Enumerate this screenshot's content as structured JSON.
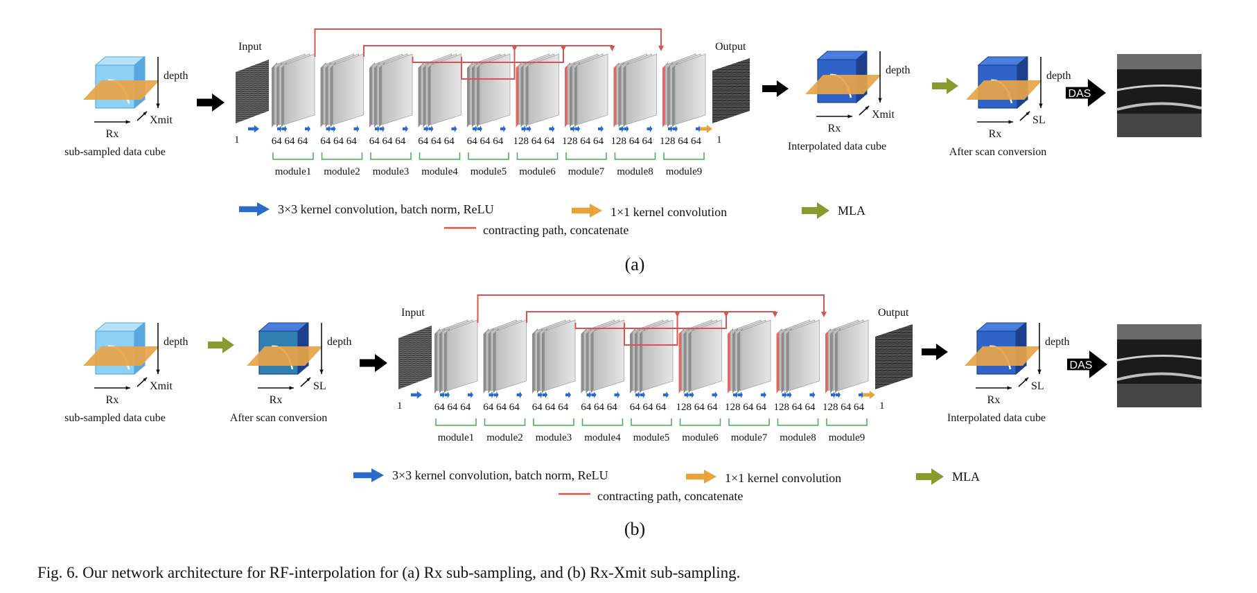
{
  "caption": "Fig. 6.  Our network architecture for RF-interpolation for (a) Rx sub-sampling, and (b) Rx-Xmit sub-sampling.",
  "colors": {
    "conv": "#2a6ac8",
    "conv1x1": "#e8a33a",
    "mla": "#8a9a2e",
    "skip": "#d9534f",
    "bracket": "#3cb34a",
    "cube_light": "#8fd0f5",
    "cube_dark": "#2f63c8",
    "cube_teal": "#2f7fb0",
    "plane": "#e8a449"
  },
  "panels": [
    {
      "label": "(a)",
      "input_label": "Input",
      "output_label": "Output",
      "input_channel": "1",
      "output_channel": "1",
      "channels": [
        "64 64 64",
        "64 64 64",
        "64 64 64",
        "64 64 64",
        "64 64 64",
        "128 64 64",
        "128 64 64",
        "128 64 64",
        "128 64 64"
      ],
      "modules": [
        "module1",
        "module2",
        "module3",
        "module4",
        "module5",
        "module6",
        "module7",
        "module8",
        "module9"
      ],
      "left_cube": {
        "caption": "sub-sampled data cube",
        "x_label": "Rx",
        "diag_label": "Xmit",
        "depth_label": "depth"
      },
      "mid_cube": {
        "caption": "Interpolated data cube",
        "x_label": "Rx",
        "diag_label": "Xmit",
        "depth_label": "depth"
      },
      "right_cube": {
        "caption": "After scan conversion",
        "x_label": "Rx",
        "diag_label": "SL",
        "depth_label": "depth"
      },
      "das_label": "DAS",
      "legend": {
        "conv": "3×3 kernel convolution, batch norm, ReLU",
        "conv1x1": "1×1 kernel convolution",
        "mla": "MLA",
        "skip": "contracting path, concatenate"
      }
    },
    {
      "label": "(b)",
      "input_label": "Input",
      "output_label": "Output",
      "input_channel": "1",
      "output_channel": "1",
      "channels": [
        "64 64 64",
        "64 64 64",
        "64 64 64",
        "64 64 64",
        "64 64 64",
        "128 64 64",
        "128 64 64",
        "128 64 64",
        "128 64 64"
      ],
      "modules": [
        "module1",
        "module2",
        "module3",
        "module4",
        "module5",
        "module6",
        "module7",
        "module8",
        "module9"
      ],
      "left_cube": {
        "caption": "sub-sampled data cube",
        "x_label": "Rx",
        "diag_label": "Xmit",
        "depth_label": "depth"
      },
      "mid_cube": {
        "caption": "After scan conversion",
        "x_label": "Rx",
        "diag_label": "SL",
        "depth_label": "depth"
      },
      "right_cube": {
        "caption": "Interpolated data cube",
        "x_label": "Rx",
        "diag_label": "SL",
        "depth_label": "depth"
      },
      "das_label": "DAS",
      "legend": {
        "conv": "3×3 kernel convolution, batch norm, ReLU",
        "conv1x1": "1×1 kernel convolution",
        "mla": "MLA",
        "skip": "contracting path, concatenate"
      }
    }
  ]
}
